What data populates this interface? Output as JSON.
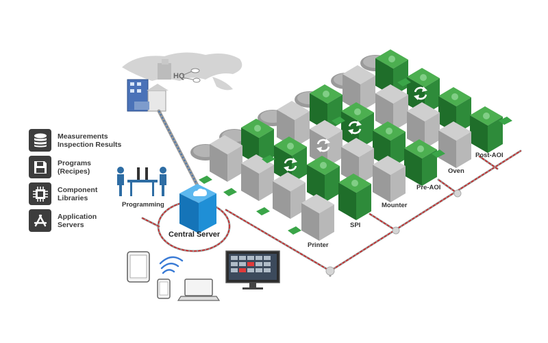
{
  "legend": {
    "items": [
      {
        "icon": "database-icon",
        "lines": [
          "Measurements",
          "Inspection Results"
        ]
      },
      {
        "icon": "floppy-disk-icon",
        "lines": [
          "Programs",
          "(Recipes)"
        ]
      },
      {
        "icon": "chip-icon",
        "lines": [
          "Component",
          "Libraries"
        ]
      },
      {
        "icon": "app-store-icon",
        "lines": [
          "Application",
          "Servers"
        ]
      }
    ]
  },
  "labels": {
    "hq": "HQ",
    "programming": "Programming",
    "central_server": "Central Server",
    "printer": "Printer",
    "spi": "SPI",
    "mounter": "Mounter",
    "pre_aoi": "Pre-AOI",
    "oven": "Oven",
    "post_aoi": "Post-AOI"
  },
  "colors": {
    "machine_gray": "#a9a9a9",
    "machine_green": "#2e8b3a",
    "network_red": "#d42020",
    "server_blue": "#1f8fd6",
    "uplink_blue": "#3a6fb0",
    "legend_icon_bg": "#3d3d3d"
  }
}
